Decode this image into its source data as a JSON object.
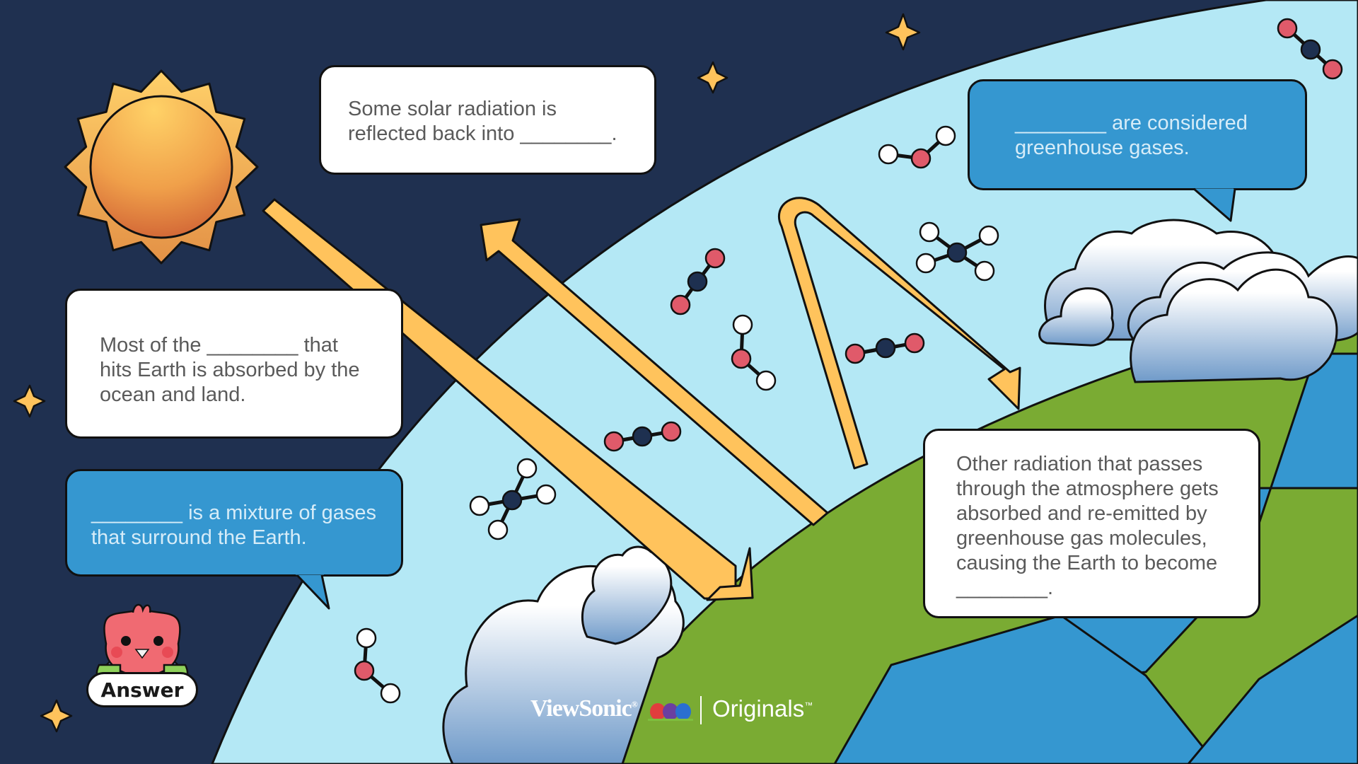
{
  "slide": {
    "background_color": "#1f3050",
    "atmosphere_color": "#b4e8f5",
    "land_color": "#7aab33",
    "water_color": "#3597d0",
    "arrow_color": "#ffc35c"
  },
  "boxes": {
    "reflected": {
      "lines": [
        "Some solar radiation is",
        "reflected back into ________."
      ]
    },
    "absorbed": {
      "lines": [
        "Most of the ________ that",
        "hits Earth is absorbed by the",
        "ocean and land."
      ]
    },
    "atmosphere": {
      "lines": [
        "________ is a mixture of gases",
        "that surround the Earth."
      ]
    },
    "greenhouse_gases": {
      "lines": [
        "________ are considered",
        "greenhouse gases."
      ]
    },
    "reemitted": {
      "lines": [
        "Other radiation that passes",
        "through the atmosphere gets",
        "absorbed and re-emitted by",
        "greenhouse gas molecules,",
        "causing the Earth to become",
        "________."
      ]
    }
  },
  "answer_button": {
    "label": "Answer",
    "mascot_icon": "bird-mascot-icon"
  },
  "branding": {
    "brand": "ViewSonic",
    "registered": "®",
    "product": "Originals",
    "trademark": "™",
    "logo_icon": "birds-logo-icon"
  },
  "icons": [
    "sun-icon",
    "star-icon",
    "cloud-icon",
    "molecule-icon",
    "radiation-arrow-icon"
  ]
}
